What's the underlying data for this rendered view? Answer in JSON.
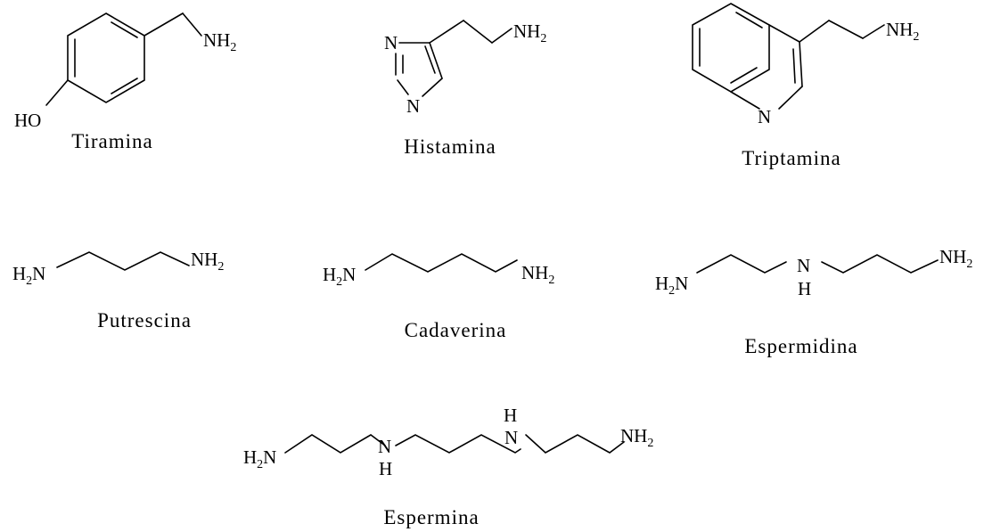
{
  "atom_labels": {
    "nh2": "NH",
    "h2n_h": "H",
    "h2n_n": "N",
    "sub2": "2",
    "ho": "HO",
    "n": "N",
    "h": "H"
  },
  "molecules": {
    "tiramina": "Tiramina",
    "histamina": "Histamina",
    "triptamina": "Triptamina",
    "putrescina": "Putrescina",
    "cadaverina": "Cadaverina",
    "espermidina": "Espermidina",
    "espermina": "Espermina"
  }
}
